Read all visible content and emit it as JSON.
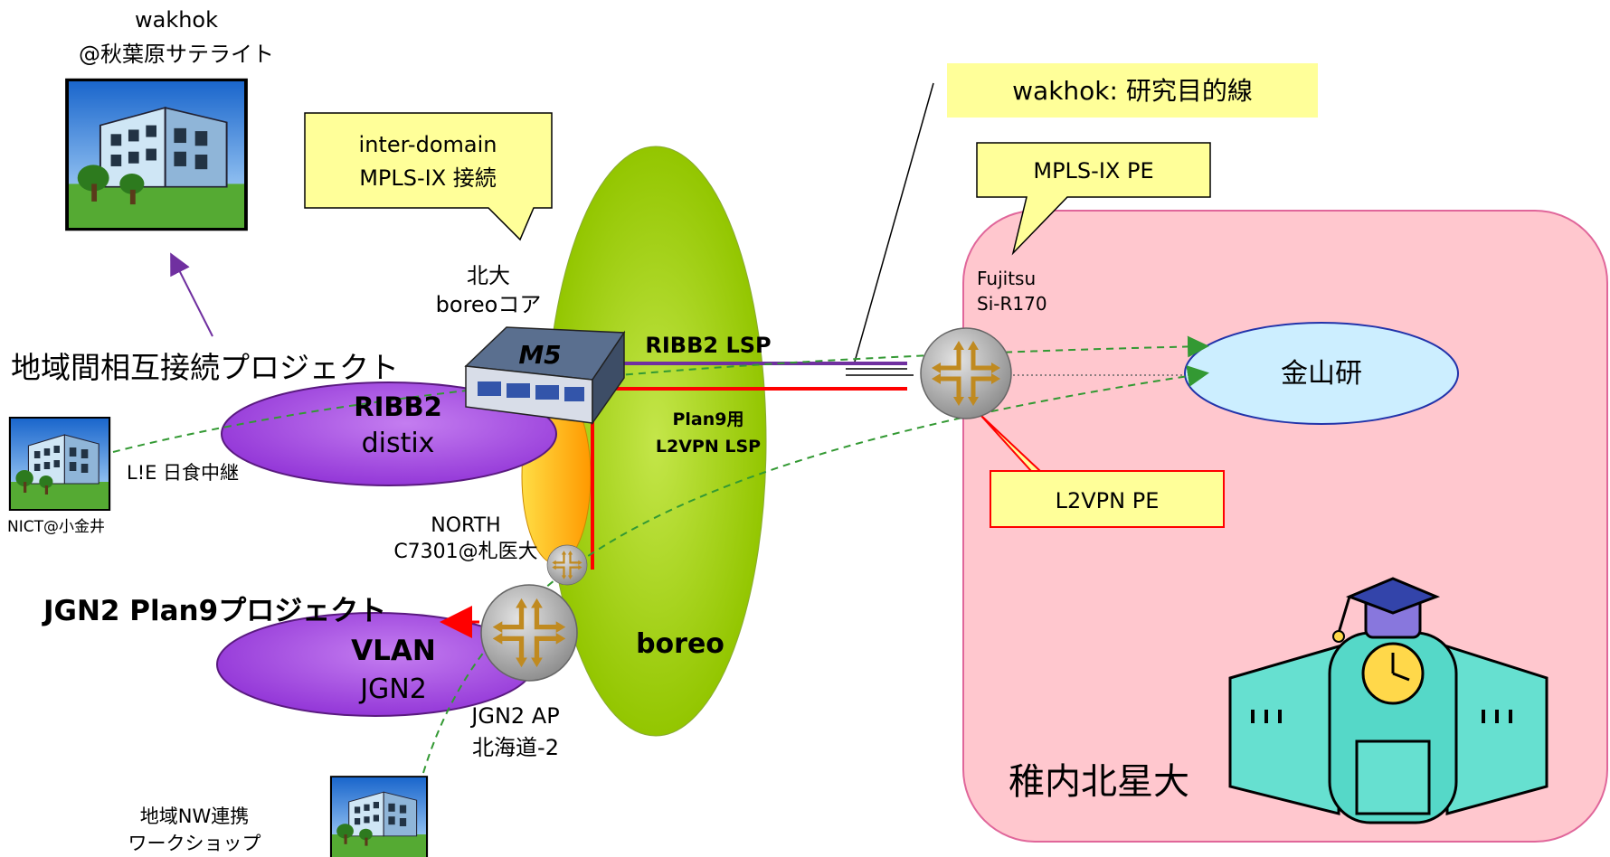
{
  "labels": {
    "wakhok_top": "wakhok",
    "wakhok_akiba": "@秋葉原サテライト",
    "callout_interdomain_l1": "inter-domain",
    "callout_interdomain_l2": "MPLS-IX 接続",
    "hokudai": "北大",
    "boreo_core": "boreoコア",
    "m5_label": "M5",
    "ribb2_lsp": "RIBB2 LSP",
    "plan9_l1": "Plan9用",
    "plan9_l2": "L2VPN LSP",
    "chiiki_project": "地域間相互接続プロジェクト",
    "ribb2": "RIBB2",
    "distix": "distix",
    "lie": "L!E 日食中継",
    "nict": "NICT@小金井",
    "north_l1": "NORTH",
    "north_l2": "C7301@札医大",
    "jgn2_project": "JGN2 Plan9プロジェクト",
    "vlan": "VLAN",
    "jgn2": "JGN2",
    "jgn2_ap_l1": "JGN2 AP",
    "jgn2_ap_l2": "北海道-2",
    "boreo": "boreo",
    "chiiki_nw_l1": "地域NW連携",
    "chiiki_nw_l2": "ワークショップ",
    "wakhok_research": "wakhok: 研究目的線",
    "mplsix_pe": "MPLS-IX PE",
    "fujitsu_l1": "Fujitsu",
    "fujitsu_l2": "Si-R170",
    "kanayama": "金山研",
    "l2vpn_pe": "L2VPN PE",
    "wakkanai": "稚内北星大"
  },
  "colors": {
    "purple": "#7030a0",
    "red": "#ff0000",
    "green": "#339933",
    "boreo_green": "#99cc00",
    "callout_yellow": "#ffff99",
    "campus_pink": "#ffc7ce",
    "kanayama_blue": "#cceeff"
  }
}
